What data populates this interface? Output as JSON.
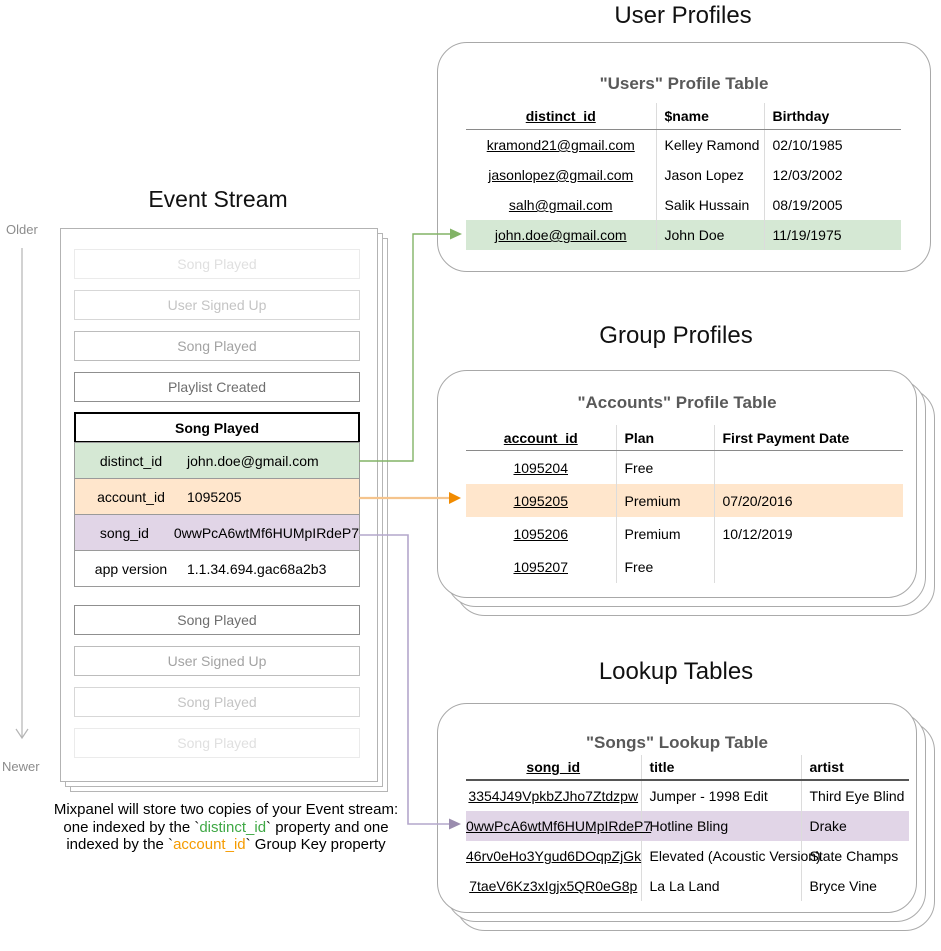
{
  "colors": {
    "green_highlight": "#d5e8d4",
    "orange_highlight": "#ffe6cc",
    "purple_highlight": "#e1d5e7",
    "green_accent": "#82b366",
    "orange_accent": "#f18b00",
    "orange_line": "#f5c48d",
    "purple_accent": "#9a8cae",
    "purple_line": "#b4a7cb",
    "caption_green": "#3fa845",
    "caption_orange": "#f59b00"
  },
  "event_stream": {
    "title": "Event Stream",
    "older_label": "Older",
    "newer_label": "Newer",
    "events_before": [
      {
        "label": "Song Played",
        "fade": 4
      },
      {
        "label": "User Signed Up",
        "fade": 3
      },
      {
        "label": "Song Played",
        "fade": 2
      },
      {
        "label": "Playlist Created",
        "fade": 1
      }
    ],
    "expanded_event": {
      "title": "Song Played",
      "properties": [
        {
          "key": "distinct_id",
          "value": "john.doe@gmail.com",
          "highlight": "green"
        },
        {
          "key": "account_id",
          "value": "1095205",
          "highlight": "orange"
        },
        {
          "key": "song_id",
          "value": "0wwPcA6wtMf6HUMpIRdeP7",
          "highlight": "purple"
        },
        {
          "key": "app version",
          "value": "1.1.34.694.gac68a2b3",
          "highlight": "none"
        }
      ]
    },
    "events_after": [
      {
        "label": "Song Played",
        "fade": 1
      },
      {
        "label": "User Signed Up",
        "fade": 2
      },
      {
        "label": "Song Played",
        "fade": 3
      },
      {
        "label": "Song Played",
        "fade": 4
      }
    ]
  },
  "user_profiles": {
    "section_title": "User Profiles",
    "table_title": "\"Users\" Profile Table",
    "columns": [
      "distinct_id",
      "$name",
      "Birthday"
    ],
    "rows": [
      [
        "kramond21@gmail.com",
        "Kelley Ramond",
        "02/10/1985"
      ],
      [
        "jasonlopez@gmail.com",
        "Jason Lopez",
        "12/03/2002"
      ],
      [
        "salh@gmail.com",
        "Salik Hussain",
        "08/19/2005"
      ],
      [
        "john.doe@gmail.com",
        "John Doe",
        "11/19/1975"
      ]
    ],
    "highlighted_row": 3,
    "highlight_color": "green"
  },
  "group_profiles": {
    "section_title": "Group Profiles",
    "table_title": "\"Accounts\" Profile Table",
    "columns": [
      "account_id",
      "Plan",
      "First Payment Date"
    ],
    "rows": [
      [
        "1095204",
        "Free",
        ""
      ],
      [
        "1095205",
        "Premium",
        "07/20/2016"
      ],
      [
        "1095206",
        "Premium",
        "10/12/2019"
      ],
      [
        "1095207",
        "Free",
        ""
      ]
    ],
    "highlighted_row": 1,
    "highlight_color": "orange"
  },
  "lookup_tables": {
    "section_title": "Lookup Tables",
    "table_title": "\"Songs\" Lookup Table",
    "columns": [
      "song_id",
      "title",
      "artist"
    ],
    "rows": [
      [
        "3354J49VpkbZJho7Ztdzpw",
        "Jumper - 1998 Edit",
        "Third Eye Blind"
      ],
      [
        "0wwPcA6wtMf6HUMpIRdeP7",
        "Hotline Bling",
        "Drake"
      ],
      [
        "46rv0eHo3Ygud6DOqpZjGk",
        "Elevated (Acoustic Version)",
        "State Champs"
      ],
      [
        "7taeV6Kz3xIgjx5QR0eG8p",
        "La La Land",
        "Bryce Vine"
      ]
    ],
    "highlighted_row": 1,
    "highlight_color": "purple"
  },
  "caption": {
    "line1": "Mixpanel will store two copies of your Event stream:",
    "line2_pre": "one indexed by the `",
    "line2_code": "distinct_id",
    "line2_post": "` property and one",
    "line3_pre": "indexed by the `",
    "line3_code": "account_id",
    "line3_post": "` Group Key property"
  }
}
